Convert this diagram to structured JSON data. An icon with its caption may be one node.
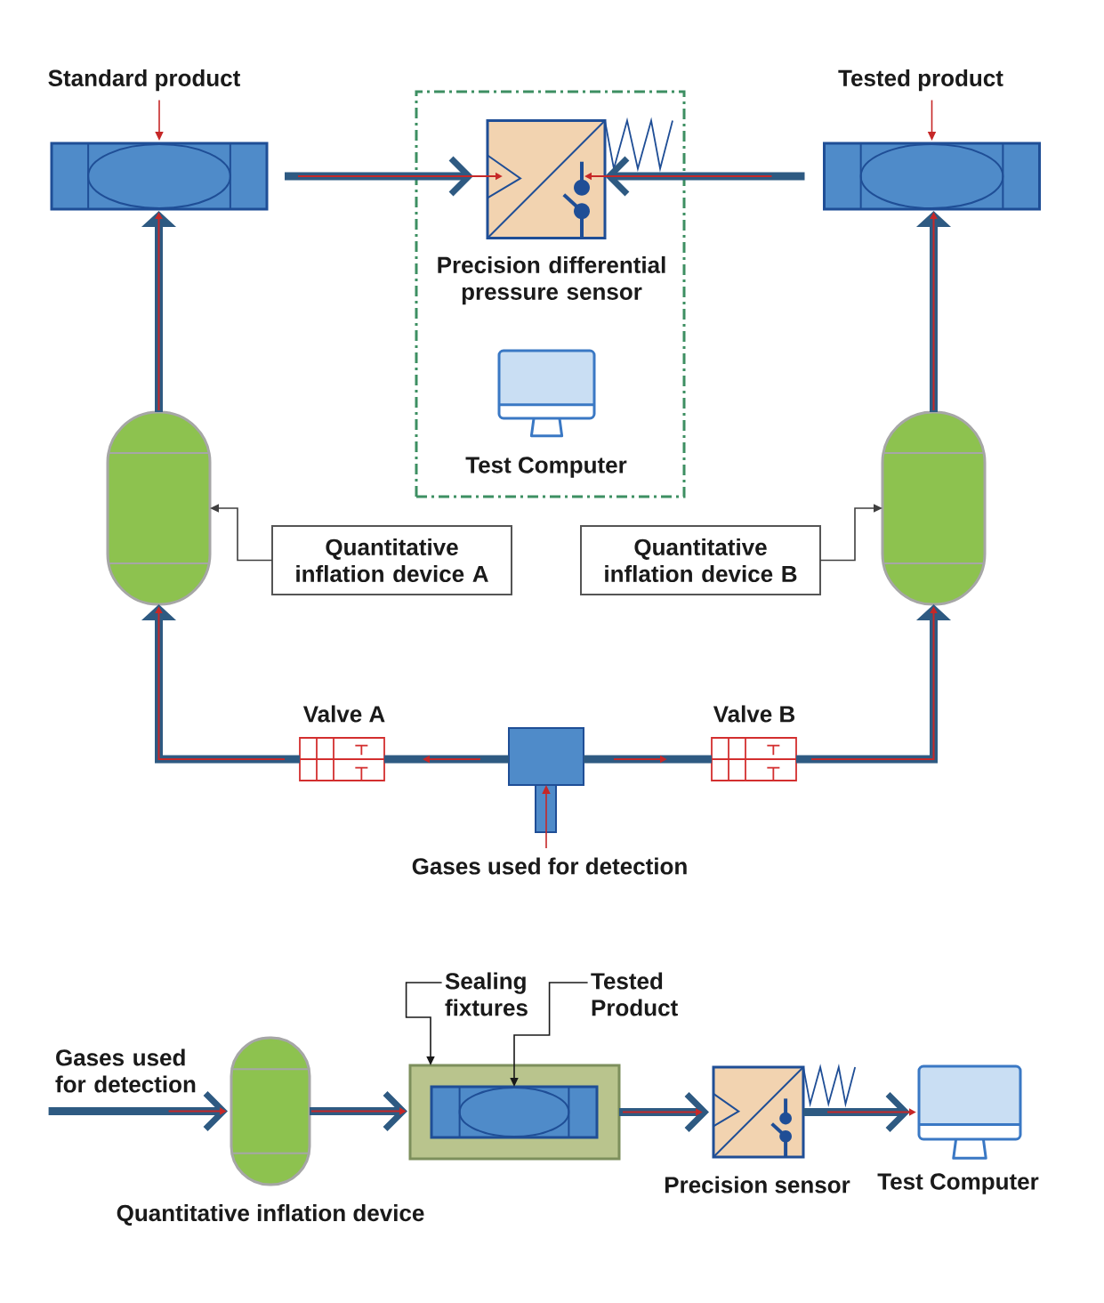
{
  "diagram": {
    "nodes": [
      {
        "text": [
          "Standard product"
        ]
      },
      {
        "text": [],
        "shape": "box"
      },
      {
        "text": [],
        "shape": "box"
      },
      {
        "text": [
          "Precision differential pressure sensor"
        ],
        "in": 2
      },
      {
        "text": [
          "Test Computer"
        ],
        "in": 2
      },
      {
        "text": [
          "Tested product"
        ]
      },
      {
        "text": [],
        "shape": "box"
      },
      {
        "text": [],
        "shape": "cylinder"
      },
      {
        "text": [
          "Quantitative inflation device A"
        ]
      },
      {
        "text": [],
        "shape": "cylinder"
      },
      {
        "text": [
          "Quantitative inflation device B"
        ]
      },
      {
        "text": [
          "Valve A"
        ]
      },
      {
        "text": [],
        "shape": "box"
      },
      {
        "text": [
          "Gases used for detection"
        ]
      },
      {
        "text": [
          "Valve B"
        ]
      },
      {
        "text": [
          "Gases used for detection"
        ]
      },
      {
        "text": [
          "Quantitative inflation device"
        ]
      },
      {
        "text": [
          "Sealing fixtures"
        ]
      },
      {
        "text": [
          "Tested Product"
        ]
      },
      {
        "text": [],
        "shape": "box"
      },
      {
        "text": [],
        "shape": "box",
        "in": 19
      },
      {
        "text": [
          "Precision sensor"
        ]
      },
      {
        "text": [
          "Test Computer"
        ]
      }
    ],
    "edges": [
      {
        "from": 0,
        "to": 1,
        "arrow": "to",
        "color": "#c62828"
      },
      {
        "from": 5,
        "to": 6,
        "arrow": "to",
        "color": "#c62828"
      },
      {
        "from": 1,
        "to": 3,
        "arrow": "to",
        "color": "#2e5a82"
      },
      {
        "from": 6,
        "to": 3,
        "arrow": "to",
        "color": "#2e5a82"
      },
      {
        "from": 7,
        "to": 1,
        "arrow": "to",
        "color": "#2e5a82"
      },
      {
        "from": 9,
        "to": 6,
        "arrow": "to",
        "color": "#2e5a82"
      },
      {
        "from": 8,
        "to": 7,
        "arrow": "to",
        "color": "#404040"
      },
      {
        "from": 10,
        "to": 9,
        "arrow": "to",
        "color": "#404040"
      },
      {
        "from": 12,
        "to": 11,
        "arrow": "to",
        "color": "#2e5a82"
      },
      {
        "from": 11,
        "to": 7,
        "arrow": "to",
        "color": "#2e5a82"
      },
      {
        "from": 12,
        "to": 14,
        "arrow": "to",
        "color": "#2e5a82"
      },
      {
        "from": 14,
        "to": 9,
        "arrow": "to",
        "color": "#2e5a82"
      },
      {
        "from": 13,
        "to": 12,
        "arrow": "to",
        "color": "#c62828"
      },
      {
        "from": 15,
        "to": 16,
        "arrow": "to",
        "color": "#2e5a82"
      },
      {
        "from": 16,
        "to": 19,
        "arrow": "to",
        "color": "#2e5a82"
      },
      {
        "from": 19,
        "to": 21,
        "arrow": "to",
        "color": "#2e5a82"
      },
      {
        "from": 21,
        "to": 22,
        "arrow": "to",
        "color": "#2e5a82"
      },
      {
        "from": 17,
        "to": 19,
        "arrow": "to",
        "color": "#1a1a1a"
      },
      {
        "from": 18,
        "to": 20,
        "arrow": "to",
        "color": "#1a1a1a"
      }
    ]
  }
}
